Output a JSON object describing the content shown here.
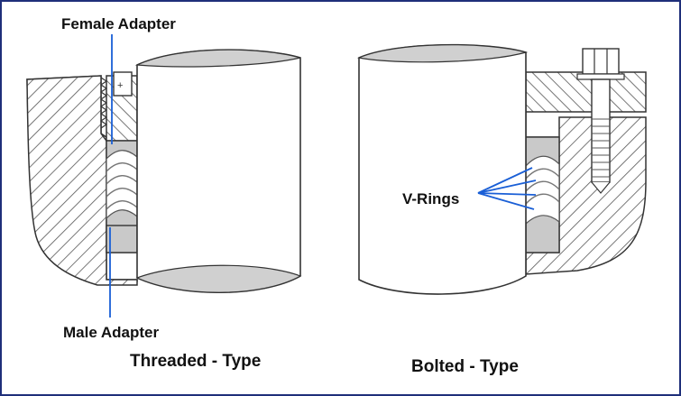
{
  "labels": {
    "female_adapter": "Female Adapter",
    "male_adapter": "Male Adapter",
    "v_rings": "V-Rings",
    "threaded_type": "Threaded - Type",
    "bolted_type": "Bolted - Type"
  },
  "colors": {
    "frame": "#1f2f7a",
    "leader": "#1a5fd6",
    "outline": "#333333",
    "packing": "#c9c9c9",
    "shaft": "#ffffff"
  }
}
